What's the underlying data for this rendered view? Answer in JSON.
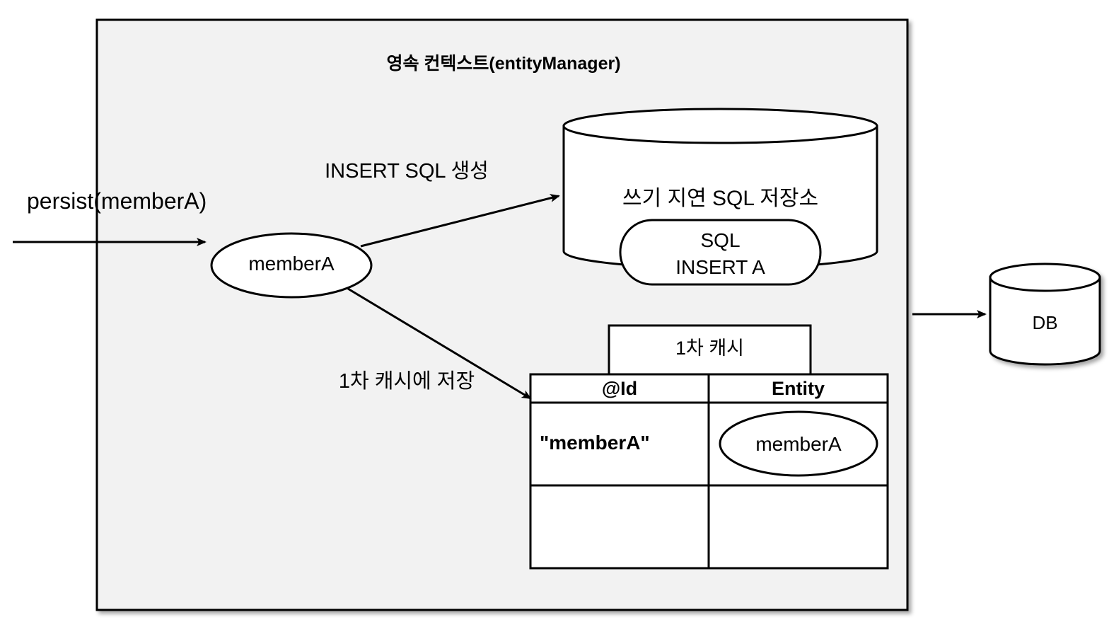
{
  "diagram": {
    "title": "영속 컨텍스트(entityManager)",
    "background_color": "#f2f2f2",
    "stroke_color": "#000000",
    "fill_color": "#ffffff",
    "entry": {
      "label": "persist(memberA)",
      "arrow_name": "persist-arrow"
    },
    "entity_node": {
      "label": "memberA"
    },
    "edges": [
      {
        "label": "INSERT SQL 생성",
        "from": "memberA",
        "to": "쓰기 지연 SQL 저장소"
      },
      {
        "label": "1차 캐시에 저장",
        "from": "memberA",
        "to": "1차 캐시"
      }
    ],
    "sql_store": {
      "label": "쓰기 지연 SQL 저장소",
      "item_line1": "SQL",
      "item_line2": "INSERT A"
    },
    "first_cache": {
      "tab_label": "1차 캐시",
      "columns": [
        "@Id",
        "Entity"
      ],
      "rows": [
        {
          "id": "\"memberA\"",
          "entity": "memberA"
        },
        {
          "id": "",
          "entity": ""
        }
      ]
    },
    "database": {
      "label": "DB"
    }
  }
}
